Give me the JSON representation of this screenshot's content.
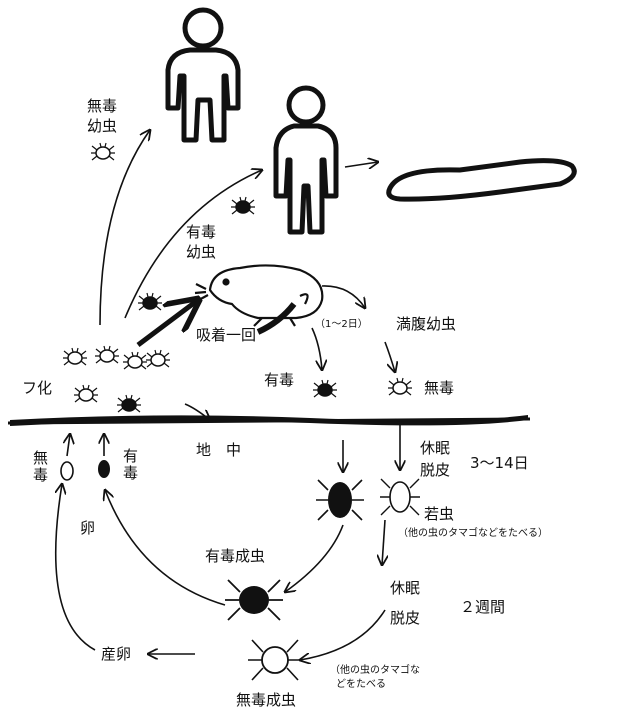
{
  "labels": {
    "muudoku_youchuu_line1": "無毒",
    "muudoku_youchuu_line2": "幼虫",
    "yuudoku_youchuu_line1": "有毒",
    "yuudoku_youchuu_line2": "幼虫",
    "kyuuchaku": "吸着一回",
    "fuka": "フ化",
    "manpuku_days": "（1～2日）",
    "manpuku": "満腹幼虫",
    "yuudoku_mid": "有毒",
    "muudoku_mid": "無毒",
    "chichuu": "地　中",
    "kyuumin1": "休眠",
    "dappi1": "脱皮",
    "days": "3～14日",
    "jakuchuu": "若虫",
    "jakuchuu_note": "（他の虫のタマゴなどをたべる）",
    "yuudoku_seichuu": "有毒成虫",
    "kyuumin2": "休眠",
    "dappi2": "脱皮",
    "weeks": "２週間",
    "sanran": "産卵",
    "adult_note_line1": "（他の虫のタマゴな",
    "adult_note_line2": "どをたべる",
    "muudoku_seichuu": "無毒成虫",
    "egg_muudoku": "無毒",
    "egg_yuudoku": "有毒",
    "tamago": "卵"
  },
  "icons": [
    "human-adult-icon",
    "human-child-icon",
    "rat-icon",
    "mite-icon",
    "egg-icon",
    "carcass-icon"
  ],
  "colors": {
    "ink": "#111111",
    "paper": "#ffffff"
  }
}
